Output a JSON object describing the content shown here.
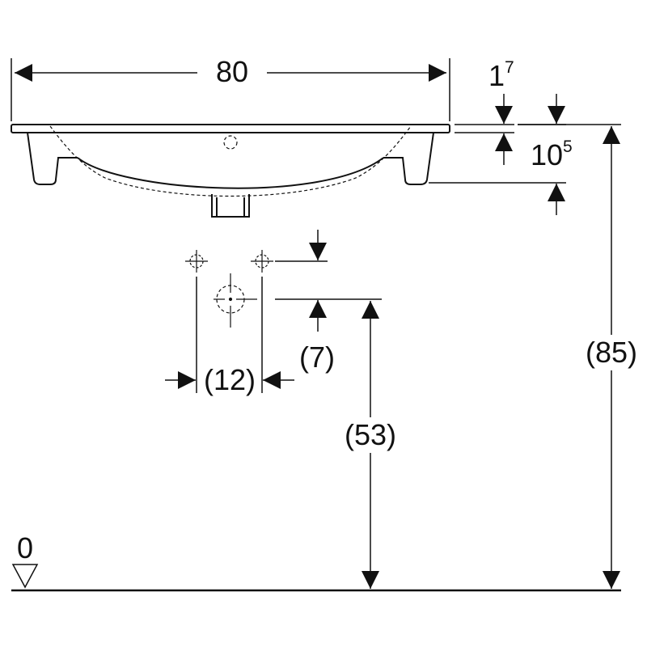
{
  "dimensions": {
    "width": "80",
    "rim_base": "1",
    "rim_sup": "7",
    "depth_base": "10",
    "depth_sup": "5",
    "overall_height": "(85)",
    "mount_height": "(53)",
    "tap_spacing": "(12)",
    "tap_offset": "(7)",
    "floor_level": "0"
  }
}
